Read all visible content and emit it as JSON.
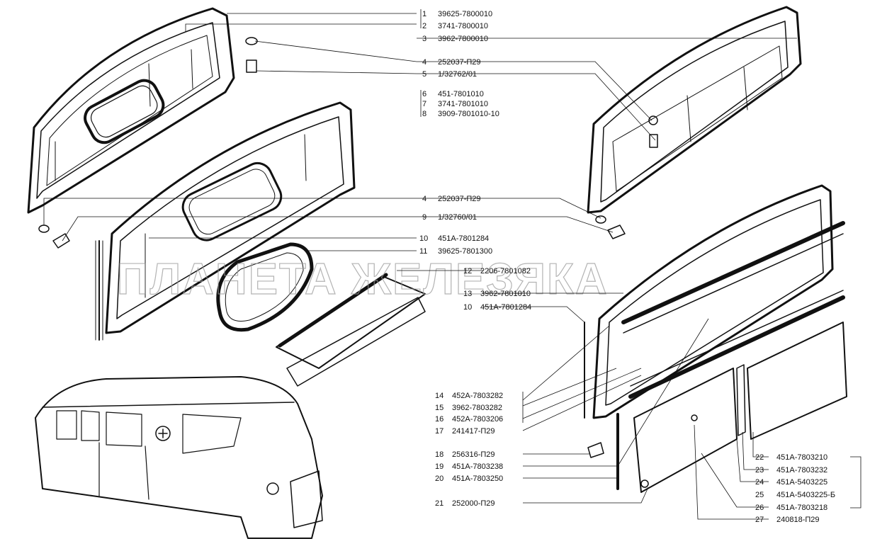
{
  "watermark": "ПЛАНЕТА ЖЕЛЕЗЯКА",
  "callouts": [
    {
      "num": "1",
      "code": "39625-7800010"
    },
    {
      "num": "2",
      "code": "3741-7800010"
    },
    {
      "num": "3",
      "code": "3962-7800010"
    },
    {
      "num": "4",
      "code": "252037-П29"
    },
    {
      "num": "5",
      "code": "1/32762/01"
    },
    {
      "num": "6",
      "code": "451-7801010"
    },
    {
      "num": "7",
      "code": "3741-7801010"
    },
    {
      "num": "8",
      "code": "3909-7801010-10"
    },
    {
      "num": "4",
      "code": "252037-П29"
    },
    {
      "num": "9",
      "code": "1/32760/01"
    },
    {
      "num": "10",
      "code": "451А-7801284"
    },
    {
      "num": "11",
      "code": "39625-7801300"
    },
    {
      "num": "12",
      "code": "2206-7801082"
    },
    {
      "num": "13",
      "code": "3962-7801010"
    },
    {
      "num": "10",
      "code": "451А-7801284"
    },
    {
      "num": "14",
      "code": "452А-7803282"
    },
    {
      "num": "15",
      "code": "3962-7803282"
    },
    {
      "num": "16",
      "code": "452А-7803206"
    },
    {
      "num": "17",
      "code": "241417-П29"
    },
    {
      "num": "18",
      "code": "256316-П29"
    },
    {
      "num": "19",
      "code": "451А-7803238"
    },
    {
      "num": "20",
      "code": "451А-7803250"
    },
    {
      "num": "21",
      "code": "252000-П29"
    },
    {
      "num": "22",
      "code": "451А-7803210"
    },
    {
      "num": "23",
      "code": "451А-7803232"
    },
    {
      "num": "24",
      "code": "451А-5403225"
    },
    {
      "num": "25",
      "code": "451А-5403225-Б"
    },
    {
      "num": "26",
      "code": "451А-7803218"
    },
    {
      "num": "27",
      "code": "240818-П29"
    }
  ]
}
